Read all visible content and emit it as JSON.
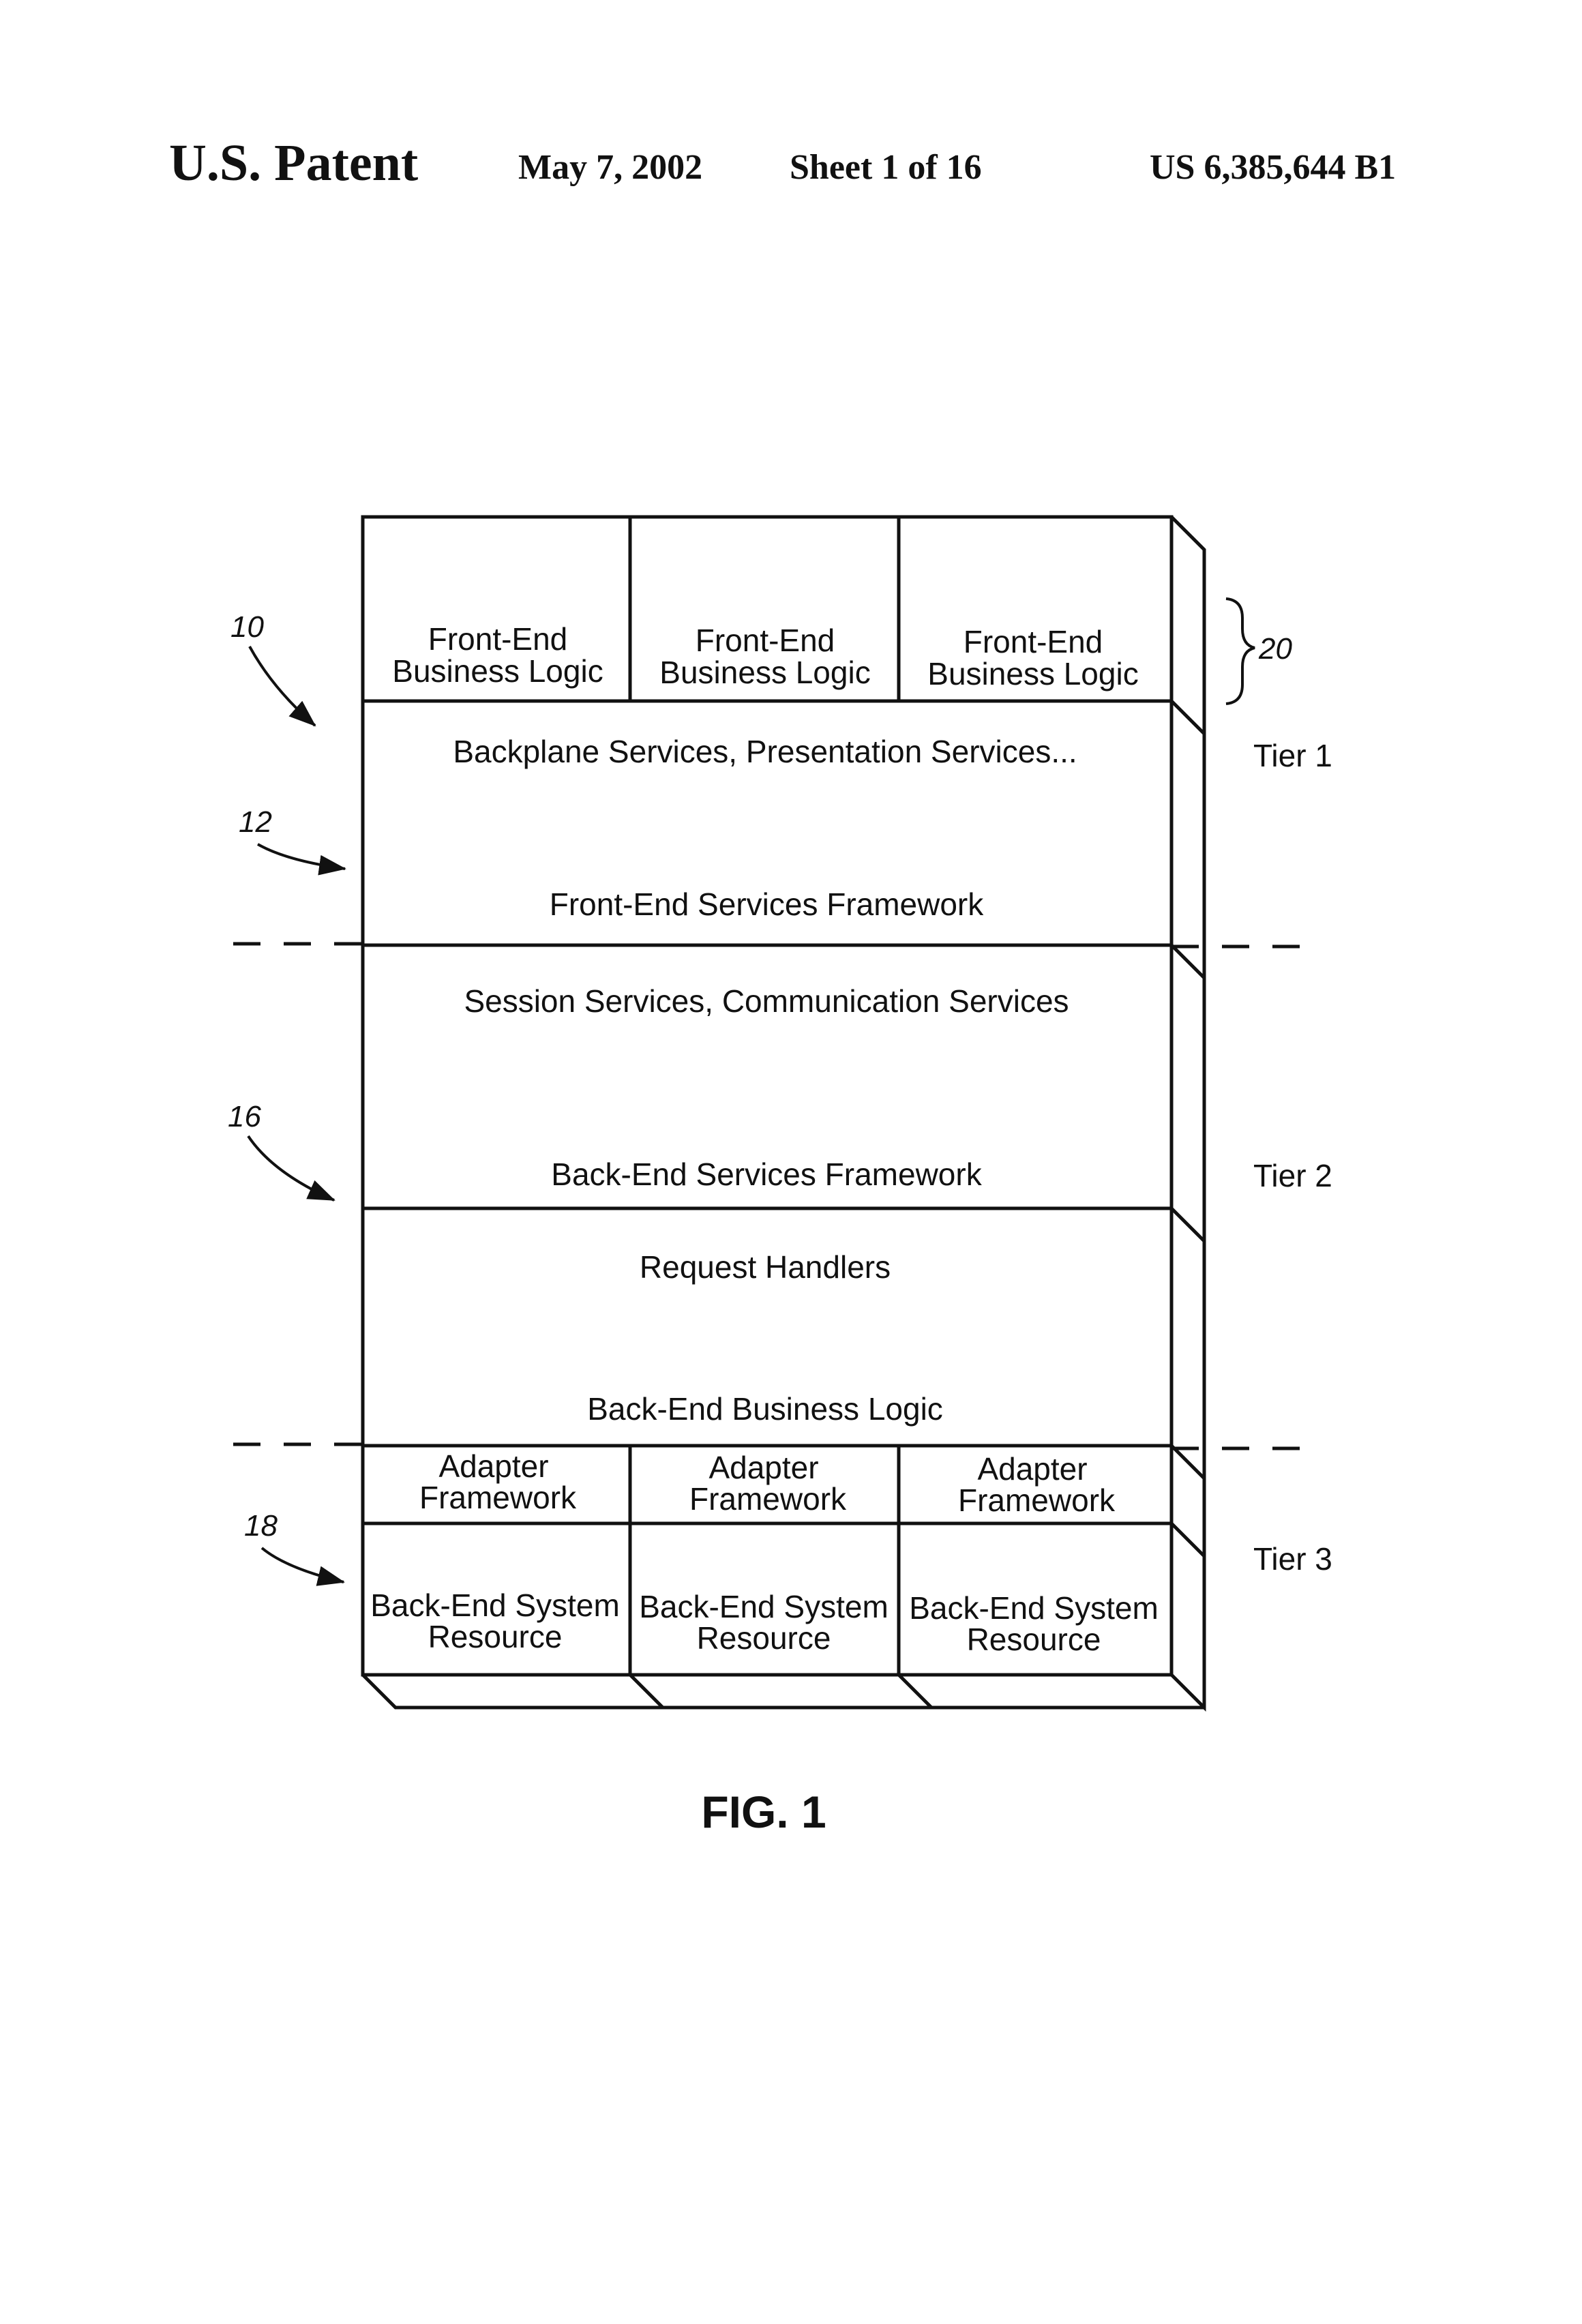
{
  "header": {
    "title": "U.S. Patent",
    "date": "May 7, 2002",
    "sheet": "Sheet 1 of 16",
    "patent_number": "US 6,385,644 B1"
  },
  "diagram": {
    "top_blocks": [
      [
        "Front-End",
        "Business Logic"
      ],
      [
        "Front-End",
        "Business Logic"
      ],
      [
        "Front-End",
        "Business Logic"
      ]
    ],
    "backplane_text": "Backplane Services, Presentation Services...",
    "front_end_framework": "Front-End Services Framework",
    "session_text": "Session Services, Communication Services",
    "back_end_framework": "Back-End Services Framework",
    "request_handlers": "Request Handlers",
    "back_end_logic": "Back-End Business Logic",
    "adapters": [
      [
        "Adapter",
        "Framework"
      ],
      [
        "Adapter",
        "Framework"
      ],
      [
        "Adapter",
        "Framework"
      ]
    ],
    "resources": [
      [
        "Back-End System",
        "Resource"
      ],
      [
        "Back-End System",
        "Resource"
      ],
      [
        "Back-End System",
        "Resource"
      ]
    ],
    "tiers": [
      "Tier 1",
      "Tier 2",
      "Tier 3"
    ],
    "refs": {
      "r10": "10",
      "r12": "12",
      "r16": "16",
      "r18": "18",
      "r20": "20"
    },
    "caption": "FIG. 1"
  }
}
